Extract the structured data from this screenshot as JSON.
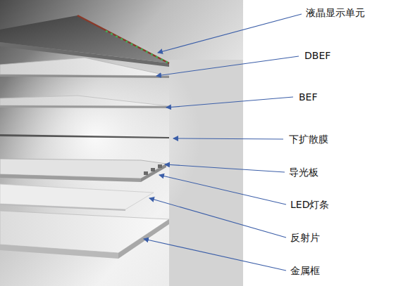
{
  "diagram": {
    "labels": [
      "液晶显示单元",
      "DBEF",
      "BEF",
      "下扩散膜",
      "导光板",
      "LED灯条",
      "反射片",
      "金属框"
    ]
  }
}
